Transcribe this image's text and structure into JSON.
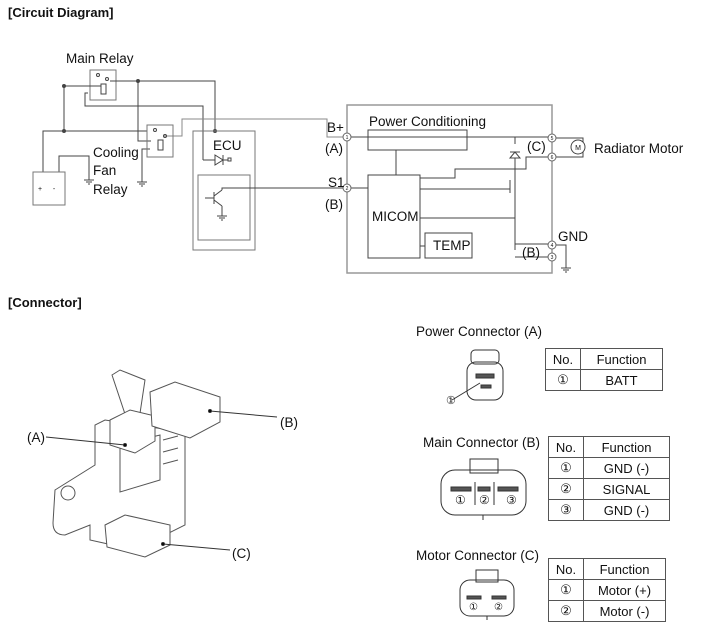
{
  "sections": {
    "circuit": "[Circuit Diagram]",
    "connector": "[Connector]"
  },
  "circuit": {
    "main_relay": "Main Relay",
    "cooling_fan_relay": [
      "Cooling",
      "Fan",
      "Relay"
    ],
    "ecu": "ECU",
    "b_plus": "B+",
    "a": "(A)",
    "s1": "S1",
    "b": "(B)",
    "power_conditioning": "Power Conditioning",
    "micom": "MICOM",
    "temp": "TEMP",
    "c": "(C)",
    "motor_symbol": "M",
    "radiator_motor": "Radiator Motor",
    "gnd": "GND",
    "b_gnd": "(B)",
    "pins": [
      "1",
      "2",
      "5",
      "6",
      "4",
      "3"
    ],
    "battery": [
      "+",
      "-"
    ]
  },
  "device": {
    "a": "(A)",
    "b": "(B)",
    "c": "(C)"
  },
  "connectors": [
    {
      "title": "Power Connector (A)",
      "pin_labels": [
        "①"
      ],
      "header": [
        "No.",
        "Function"
      ],
      "rows": [
        [
          "①",
          "BATT"
        ]
      ]
    },
    {
      "title": "Main Connector (B)",
      "pin_labels": [
        "①",
        "②",
        "③"
      ],
      "header": [
        "No.",
        "Function"
      ],
      "rows": [
        [
          "①",
          "GND (-)"
        ],
        [
          "②",
          "SIGNAL"
        ],
        [
          "③",
          "GND (-)"
        ]
      ]
    },
    {
      "title": "Motor Connector (C)",
      "pin_labels": [
        "①",
        "②"
      ],
      "header": [
        "No.",
        "Function"
      ],
      "rows": [
        [
          "①",
          "Motor (+)"
        ],
        [
          "②",
          "Motor (-)"
        ]
      ]
    }
  ]
}
